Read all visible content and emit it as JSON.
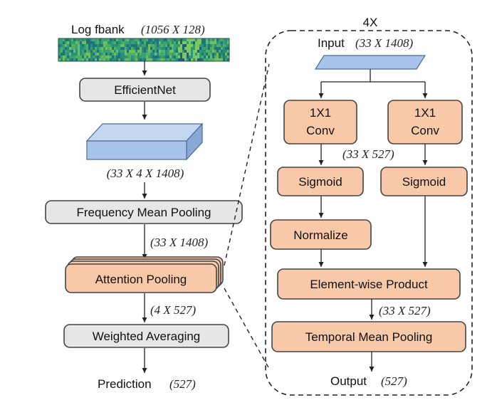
{
  "left": {
    "input_label": "Log fbank",
    "input_dim": "(1056 X 128)",
    "efficientnet": "EfficientNet",
    "feature_dim": "(33 X 4 X 1408)",
    "freq_pool": "Frequency Mean Pooling",
    "freq_dim": "(33 X 1408)",
    "attention": "Attention Pooling",
    "attention_dim": "(4 X 527)",
    "weighted": "Weighted Averaging",
    "prediction": "Prediction",
    "prediction_dim": "(527)"
  },
  "right": {
    "repeat": "4X",
    "input_label": "Input",
    "input_dim": "(33 X 1408)",
    "conv_line1": "1X1",
    "conv_line2": "Conv",
    "conv_dim": "(33 X 527)",
    "sigmoid": "Sigmoid",
    "normalize": "Normalize",
    "product": "Element-wise Product",
    "product_dim": "(33 X 527)",
    "temporal": "Temporal Mean Pooling",
    "output_label": "Output",
    "output_dim": "(527)"
  },
  "colors": {
    "gray_box": "#e6e6e6",
    "orange_box": "#f8c9a8",
    "tensor_blue": "#a9c4ea",
    "spectrogram": "#2a9d7a"
  }
}
